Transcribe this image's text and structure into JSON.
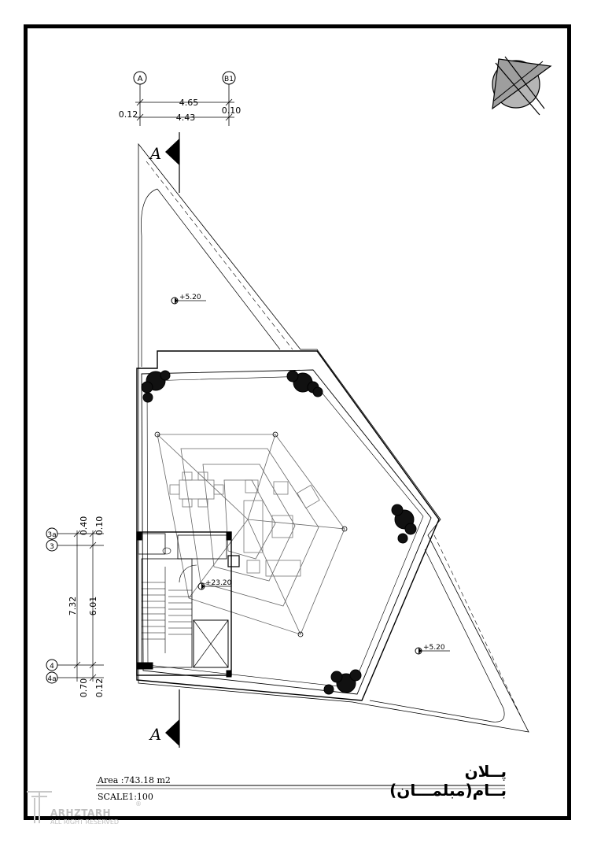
{
  "drawing": {
    "title_fa": "پــلان بــام(مبلمـــان)",
    "area_label": "Area :743.18  m2",
    "scale_label": "SCALE1:100"
  },
  "grid_axes": {
    "top": [
      "A",
      "B1"
    ],
    "side": [
      "3a",
      "3",
      "4",
      "4a"
    ]
  },
  "dimensions": {
    "top": {
      "overall": "4.65",
      "inner": "4.43",
      "left_offset": "0.12",
      "right_offset": "0.10"
    },
    "side": {
      "overall": "7.32",
      "inner": "6.01",
      "top_a": "0.40",
      "top_b": "0.10",
      "bottom_a": "0.70",
      "bottom_b": "0.12"
    }
  },
  "levels": {
    "yard_top": "+5.20",
    "yard_right": "+5.20",
    "stair_roof": "+23.20"
  },
  "section_marker": {
    "label": "A"
  },
  "watermark": {
    "brand": "ARHZTARH",
    "subtitle": "ALL RIGHT RESERVED",
    "reg": "®"
  }
}
